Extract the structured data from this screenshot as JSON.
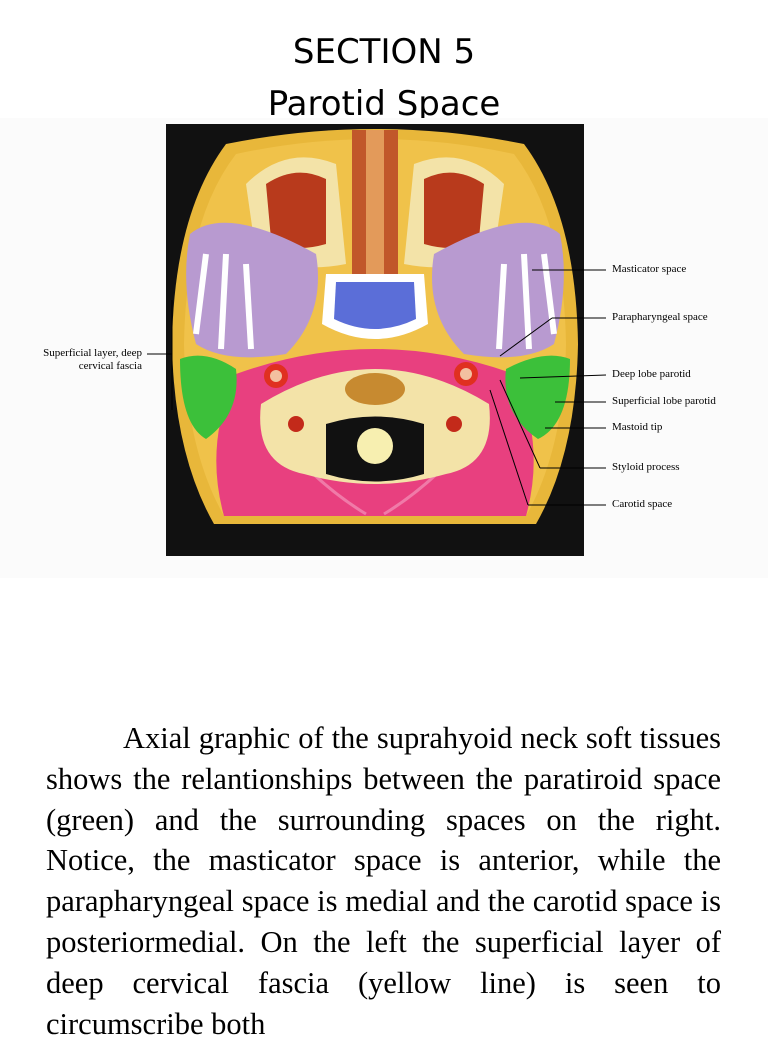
{
  "section": {
    "number_line": "SECTION 5",
    "title": "Parotid Space"
  },
  "figure": {
    "labels": {
      "masticator": "Masticator space",
      "parapharyngeal": "Parapharyngeal space",
      "deep_lobe": "Deep lobe parotid",
      "superficial_lobe": "Superficial lobe parotid",
      "mastoid": "Mastoid tip",
      "styloid": "Styloid process",
      "carotid": "Carotid space",
      "fascia": "Superficial layer, deep cervical fascia"
    },
    "colors": {
      "parotid": "#3cc03a",
      "masticator": "#b89ad0",
      "prevertebral": "#e8407f",
      "fat": "#e8b73a",
      "bone": "#f3e3a8",
      "airway": "#c1572a",
      "background": "#111111"
    }
  },
  "body_text": "Axial graphic of the suprahyoid neck soft tissues shows the relantionships between the paratiroid space (green) and the surrounding spaces on the right. Notice, the masticator space is anterior, while the parapharyngeal space is medial and the carotid space is posteriormedial. On the left the superficial layer of deep cervical fascia (yellow line) is seen to circumscribe both"
}
